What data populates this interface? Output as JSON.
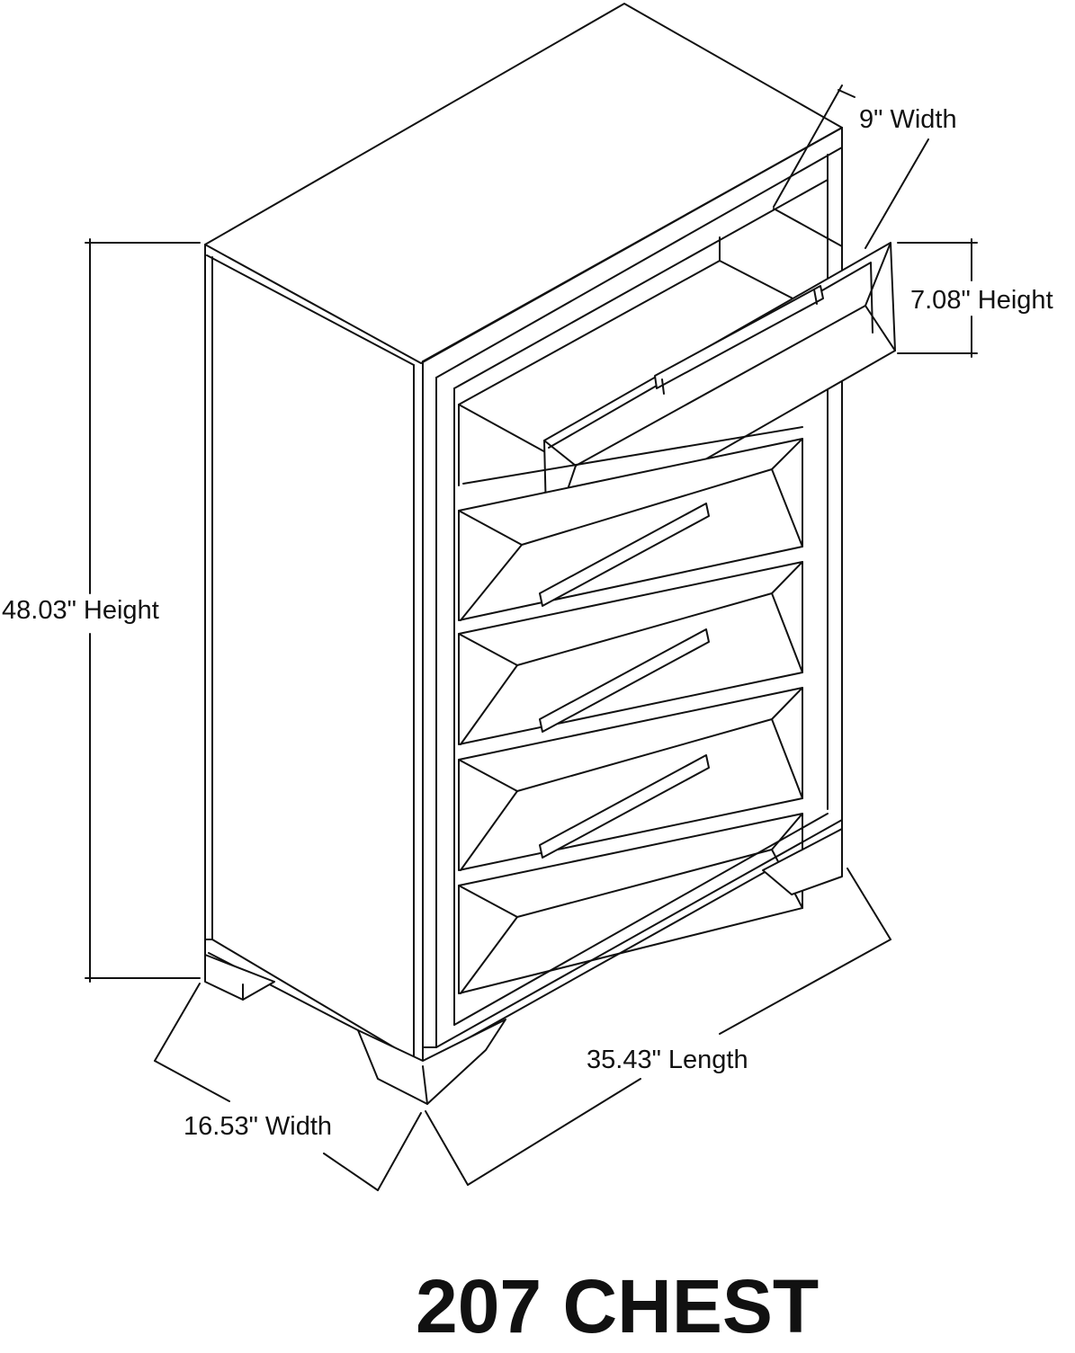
{
  "diagram": {
    "title": "207 CHEST",
    "stroke_color": "#111111",
    "background_color": "#ffffff",
    "dimensions": {
      "drawer_width": "9\" Width",
      "drawer_height": "7.08\" Height",
      "overall_height": "48.03\" Height",
      "length": "35.43\" Length",
      "depth_width": "16.53\" Width"
    }
  }
}
